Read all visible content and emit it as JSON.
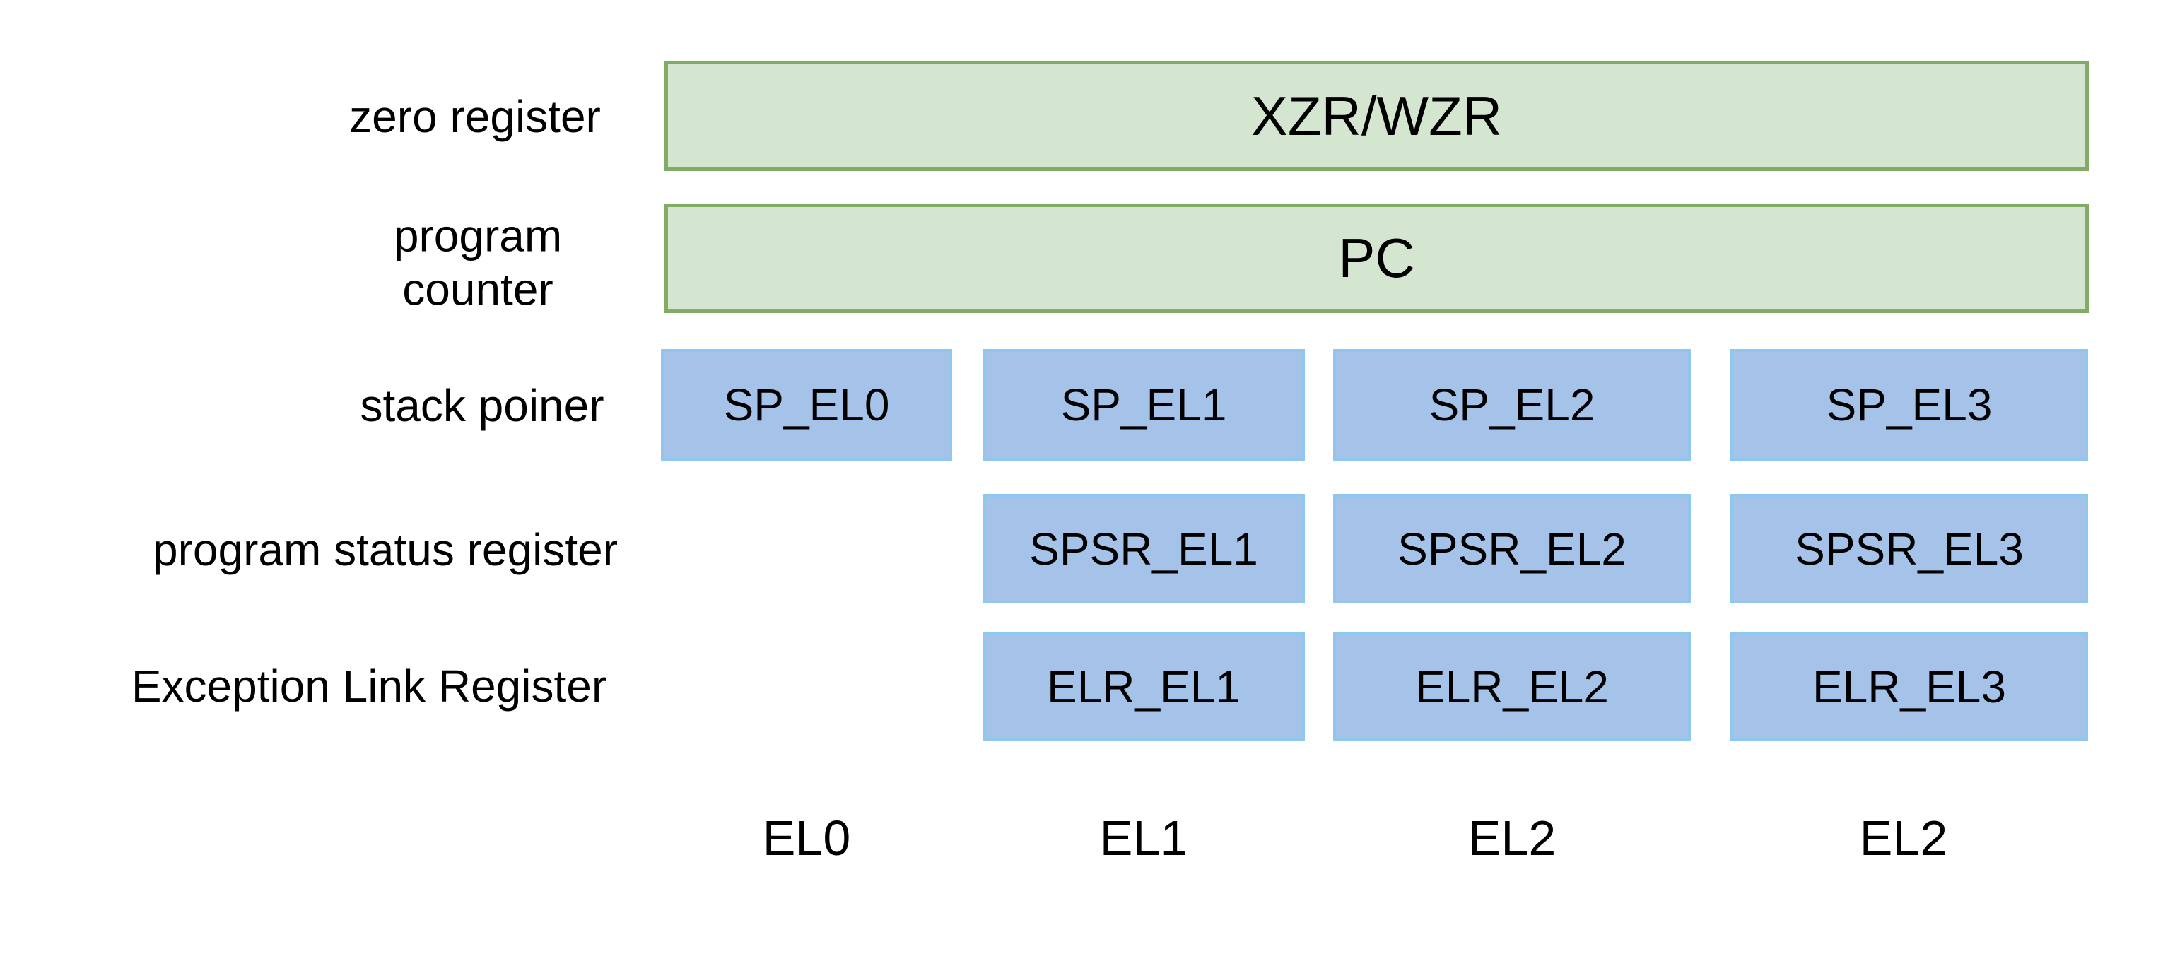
{
  "colors": {
    "green_fill": "#d5e6d0",
    "green_border": "#82ab66",
    "blue_fill": "#a5c2e9",
    "blue_border": "#8fc7f0",
    "text": "#000000",
    "background": "#ffffff"
  },
  "rows": {
    "zero_register": {
      "label": "zero register",
      "box": "XZR/WZR"
    },
    "program_counter": {
      "label_line1": "program",
      "label_line2": "counter",
      "box": "PC"
    },
    "stack_pointer": {
      "label": "stack poiner",
      "boxes": [
        "SP_EL0",
        "SP_EL1",
        "SP_EL2",
        "SP_EL3"
      ]
    },
    "program_status_register": {
      "label": "program status register",
      "boxes": [
        "SPSR_EL1",
        "SPSR_EL2",
        "SPSR_EL3"
      ]
    },
    "exception_link_register": {
      "label": "Exception Link Register",
      "boxes": [
        "ELR_EL1",
        "ELR_EL2",
        "ELR_EL3"
      ]
    },
    "exception_levels": [
      "EL0",
      "EL1",
      "EL2",
      "EL2"
    ]
  }
}
